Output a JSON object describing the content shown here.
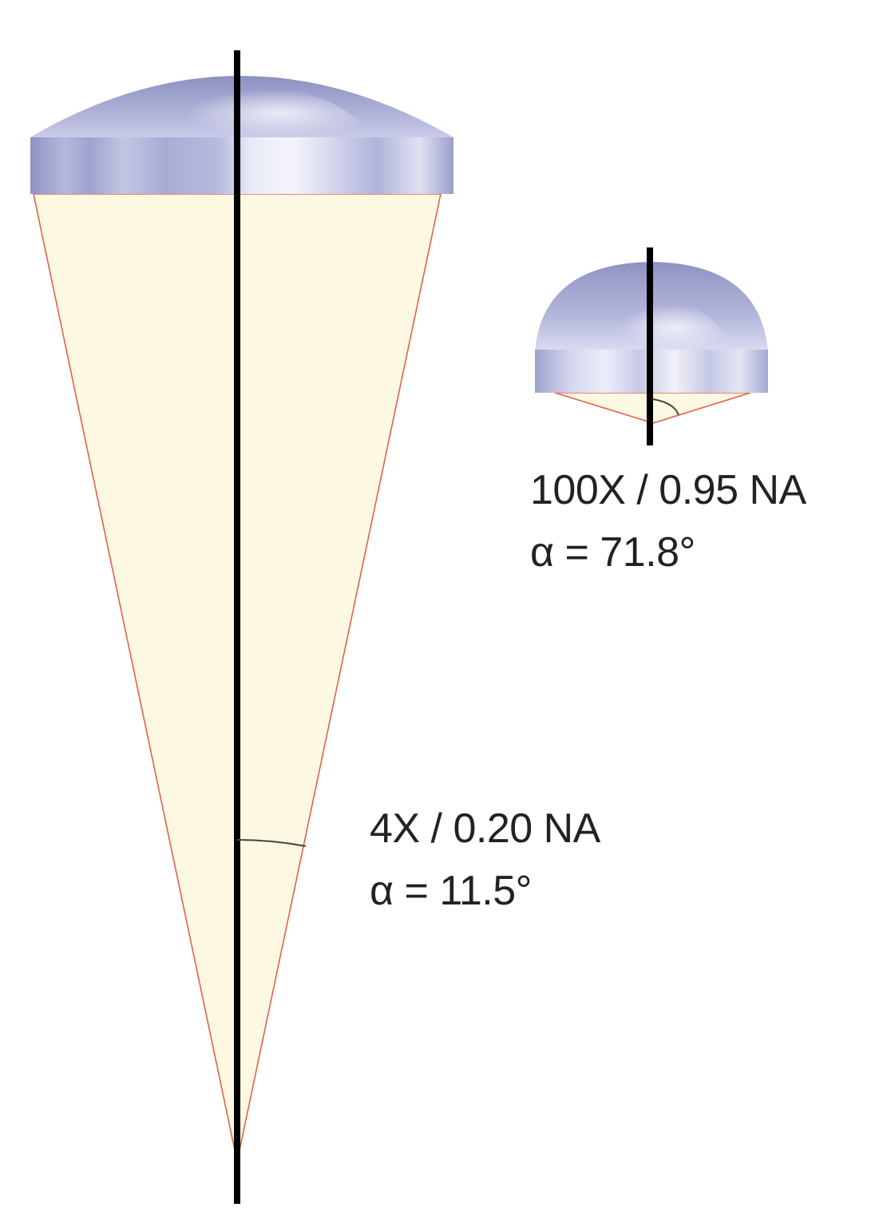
{
  "objectives": [
    {
      "id": "4x",
      "magnification_na": "4X / 0.20 NA",
      "angle": "α = 11.5°",
      "half_angle_deg": 11.5
    },
    {
      "id": "100x",
      "magnification_na": "100X / 0.95 NA",
      "angle": "α = 71.8°",
      "half_angle_deg": 71.8
    }
  ],
  "colors": {
    "cone_fill": "#fdf8e1",
    "cone_edge": "#e2624a",
    "axis": "#000000",
    "lens_dark": "#8e93c2",
    "lens_light": "#e8eaf7",
    "arc": "#444444"
  }
}
